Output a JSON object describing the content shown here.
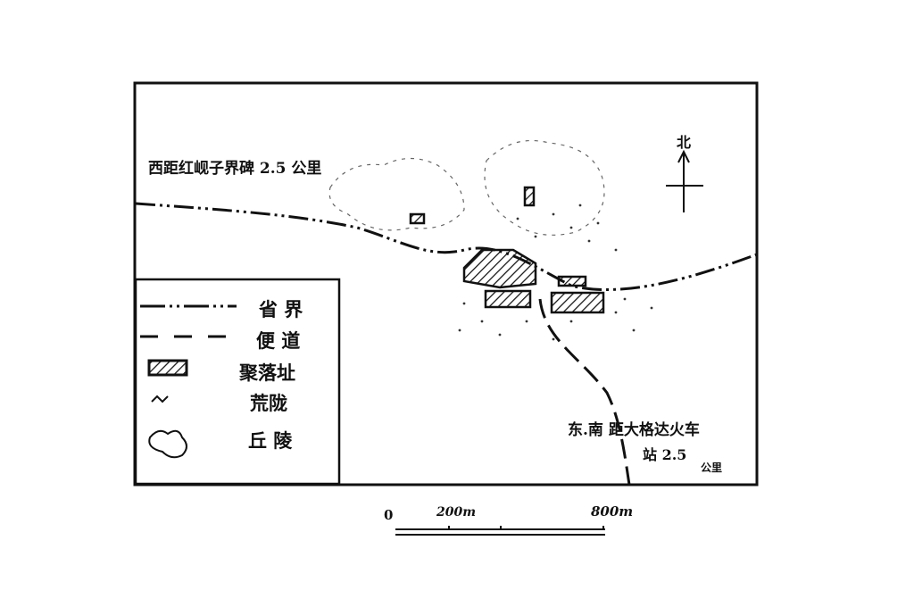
{
  "map": {
    "north_label": "北",
    "west_note": "西距红岘子界碑 2.5 公里",
    "southeast_note_line1": "东.南 距大格达火车",
    "southeast_note_line2": "站 2.5",
    "southeast_note_unit": "公里"
  },
  "legend": {
    "items": [
      {
        "symbol": "province-boundary",
        "label": "省  界"
      },
      {
        "symbol": "footpath",
        "label": "便  道"
      },
      {
        "symbol": "settlement-site",
        "label": "聚落址"
      },
      {
        "symbol": "wasteland",
        "label": "荒陇"
      },
      {
        "symbol": "hills",
        "label": "丘  陵"
      }
    ]
  },
  "scale_bar": {
    "zero": "0",
    "mid": "200m",
    "end": "800m"
  },
  "colors": {
    "ink": "#111111",
    "paper": "#ffffff"
  }
}
